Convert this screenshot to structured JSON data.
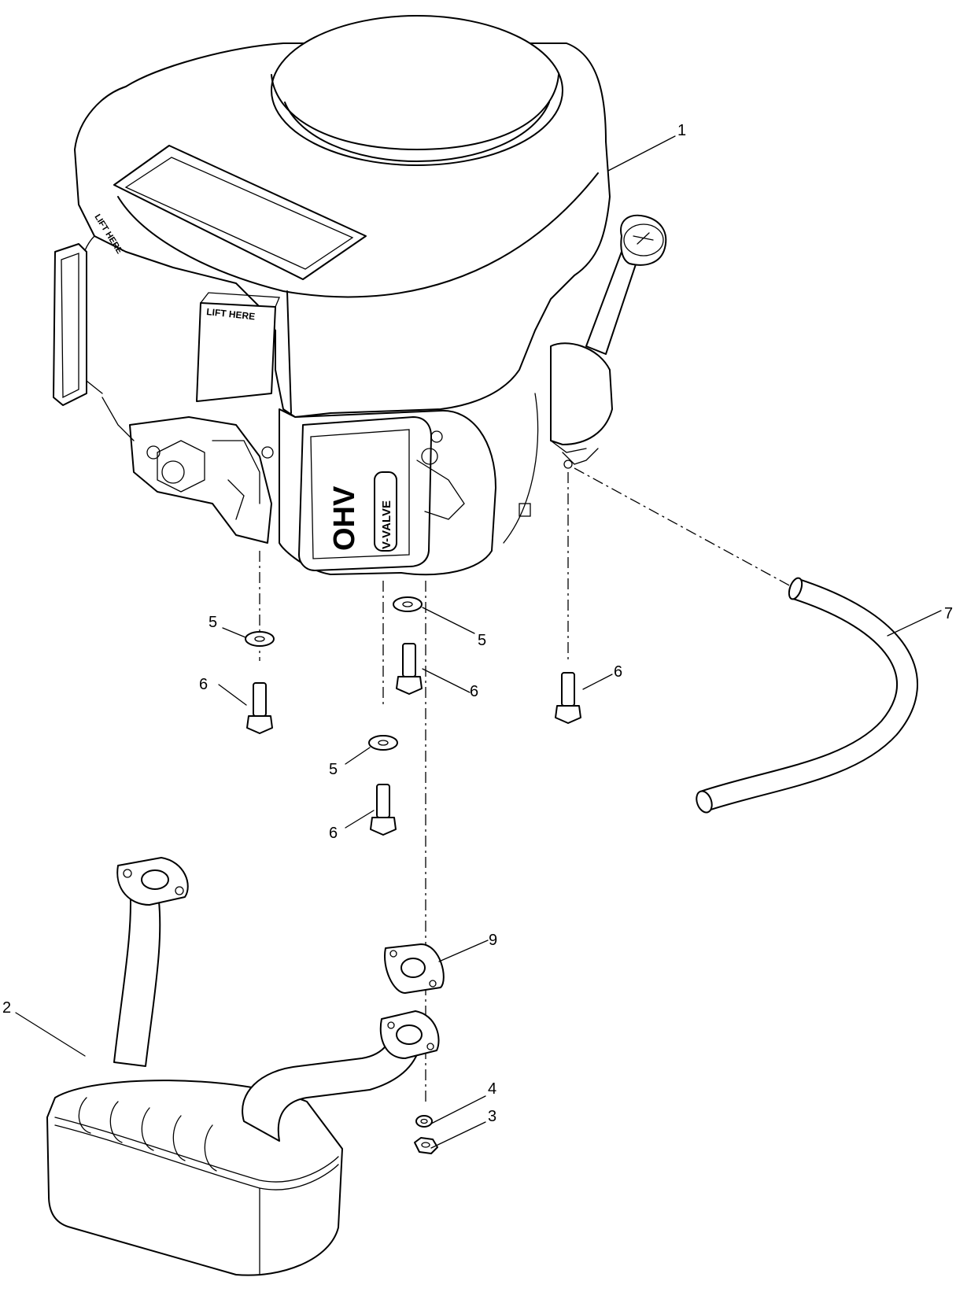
{
  "diagram": {
    "engine_labels": {
      "lift_here_top": "LIFT HERE",
      "lift_here_side": "LIFT HERE",
      "valve_cover_ohv": "OHV",
      "valve_cover_vvalve": "V-VALVE"
    },
    "callouts": [
      {
        "id": "c1",
        "label": "1"
      },
      {
        "id": "c2",
        "label": "2"
      },
      {
        "id": "c3",
        "label": "3"
      },
      {
        "id": "c4",
        "label": "4"
      },
      {
        "id": "c5a",
        "label": "5"
      },
      {
        "id": "c5b",
        "label": "5"
      },
      {
        "id": "c5c",
        "label": "5"
      },
      {
        "id": "c6a",
        "label": "6"
      },
      {
        "id": "c6b",
        "label": "6"
      },
      {
        "id": "c6c",
        "label": "6"
      },
      {
        "id": "c6d",
        "label": "6"
      },
      {
        "id": "c7",
        "label": "7"
      },
      {
        "id": "c9",
        "label": "9"
      }
    ]
  }
}
